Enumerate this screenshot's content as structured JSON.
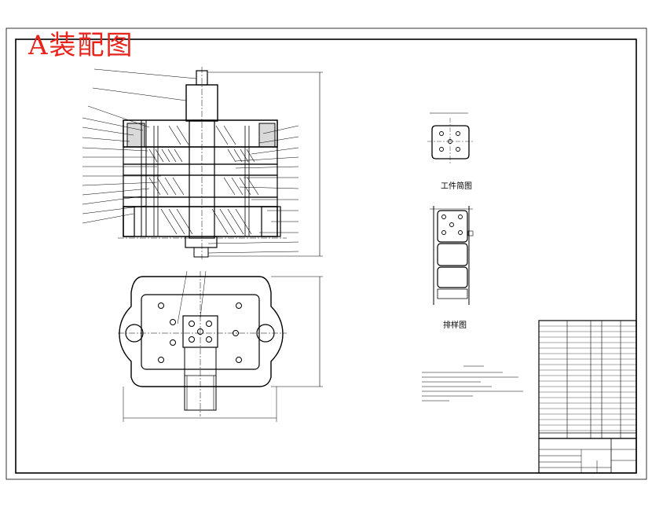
{
  "title": "A装配图",
  "workpiece_label": "工件简图",
  "layout_label": "排样图",
  "colors": {
    "title_red": "#e8231b",
    "line": "#000000",
    "paper": "#ffffff"
  }
}
